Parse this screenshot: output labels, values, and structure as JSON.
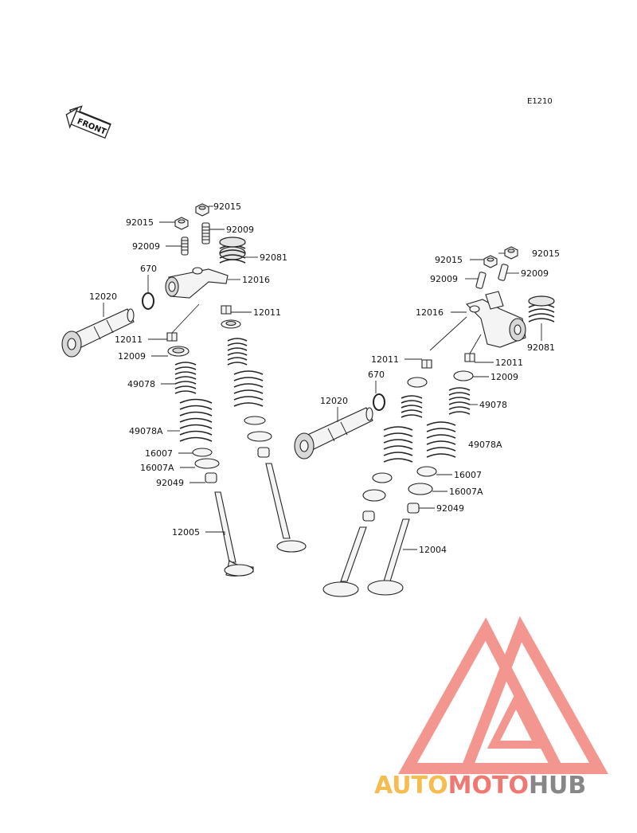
{
  "diagram": {
    "code": "E1210",
    "front_label": "FRONT"
  },
  "labels": {
    "l_92015_a": "92015",
    "l_92015_b": "92015",
    "l_92009_a": "92009",
    "l_92009_b": "92009",
    "l_92081_a": "92081",
    "l_670_a": "670",
    "l_12016_a": "12016",
    "l_12020_a": "12020",
    "l_12011_a": "12011",
    "l_12011_b": "12011",
    "l_12009_a": "12009",
    "l_49078_a": "49078",
    "l_49078A_a": "49078A",
    "l_16007_a": "16007",
    "l_16007A_a": "16007A",
    "l_92049_a": "92049",
    "l_12005": "12005",
    "l_92015_c": "92015",
    "l_92015_d": "92015",
    "l_92009_c": "92009",
    "l_92009_d": "92009",
    "l_12016_b": "12016",
    "l_92081_b": "92081",
    "l_12011_c": "12011",
    "l_12011_d": "12011",
    "l_670_b": "670",
    "l_12009_b": "12009",
    "l_12020_b": "12020",
    "l_49078_b": "49078",
    "l_49078A_b": "49078A",
    "l_16007_b": "16007",
    "l_16007A_b": "16007A",
    "l_92049_b": "92049",
    "l_12004": "12004"
  },
  "watermark": {
    "part1": "AUTO",
    "part2": "MOTO",
    "part3": "HUB",
    "colors": {
      "orange": "#f5b63c",
      "red": "#ee6b63",
      "gray": "#7b7b7b",
      "triangle": "#f28b84"
    }
  }
}
